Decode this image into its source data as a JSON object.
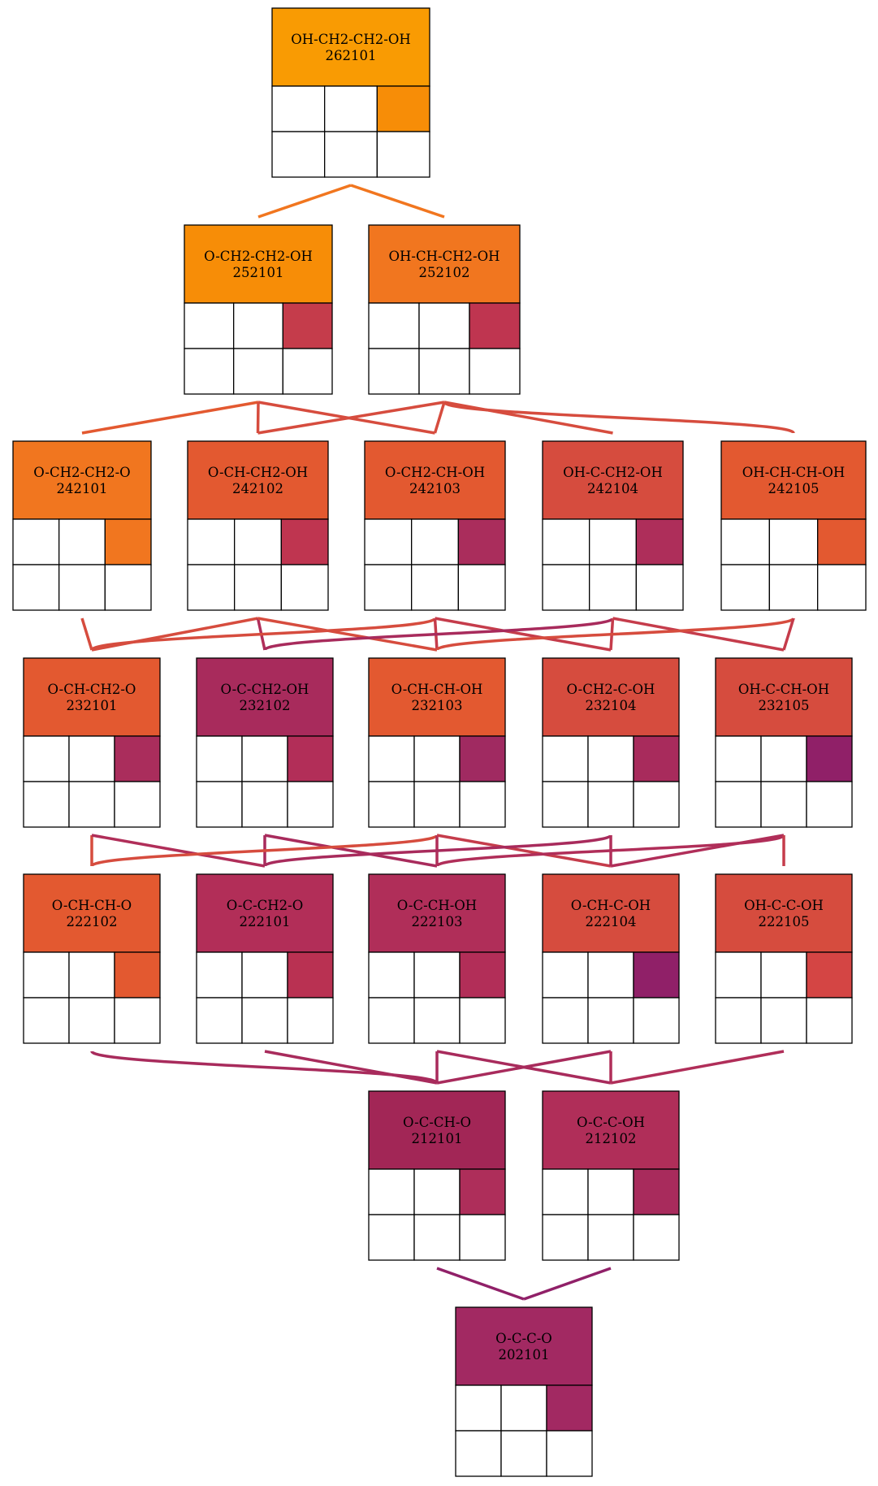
{
  "nodes": [
    {
      "key": "262101",
      "title": "OH-CH2-CH2-OH",
      "id": "262101",
      "color": "#f99b03",
      "cell_color": "#f78d07"
    },
    {
      "key": "252101",
      "title": "O-CH2-CH2-OH",
      "id": "252101",
      "color": "#f78d07",
      "cell_color": "#c53c4b"
    },
    {
      "key": "252102",
      "title": "OH-CH-CH2-OH",
      "id": "252102",
      "color": "#f1761f",
      "cell_color": "#bf3550"
    },
    {
      "key": "242101",
      "title": "O-CH2-CH2-O",
      "id": "242101",
      "color": "#f1761f",
      "cell_color": "#f1761f"
    },
    {
      "key": "242102",
      "title": "O-CH-CH2-OH",
      "id": "242102",
      "color": "#e35930",
      "cell_color": "#bf3550"
    },
    {
      "key": "242103",
      "title": "O-CH2-CH-OH",
      "id": "242103",
      "color": "#e35930",
      "cell_color": "#aa2d5c"
    },
    {
      "key": "242104",
      "title": "OH-C-CH2-OH",
      "id": "242104",
      "color": "#d64c3e",
      "cell_color": "#ae2e5a"
    },
    {
      "key": "242105",
      "title": "OH-CH-CH-OH",
      "id": "242105",
      "color": "#e35930",
      "cell_color": "#e35930"
    },
    {
      "key": "232101",
      "title": "O-CH-CH2-O",
      "id": "232101",
      "color": "#e35930",
      "cell_color": "#aa2d5c"
    },
    {
      "key": "232102",
      "title": "O-C-CH2-OH",
      "id": "232102",
      "color": "#a82b5c",
      "cell_color": "#b22e58"
    },
    {
      "key": "232103",
      "title": "O-CH-CH-OH",
      "id": "232103",
      "color": "#e35930",
      "cell_color": "#a02a61"
    },
    {
      "key": "232104",
      "title": "O-CH2-C-OH",
      "id": "232104",
      "color": "#d64c3e",
      "cell_color": "#a82b5c"
    },
    {
      "key": "232105",
      "title": "OH-C-CH-OH",
      "id": "232105",
      "color": "#d64c3e",
      "cell_color": "#902068"
    },
    {
      "key": "222102",
      "title": "O-CH-CH-O",
      "id": "222102",
      "color": "#e35930",
      "cell_color": "#e35930"
    },
    {
      "key": "222101",
      "title": "O-C-CH2-O",
      "id": "222101",
      "color": "#b22e58",
      "cell_color": "#b93152"
    },
    {
      "key": "222103",
      "title": "O-C-CH-OH",
      "id": "222103",
      "color": "#b02e59",
      "cell_color": "#b22e58"
    },
    {
      "key": "222104",
      "title": "O-CH-C-OH",
      "id": "222104",
      "color": "#d64c3e",
      "cell_color": "#902068"
    },
    {
      "key": "222105",
      "title": "OH-C-C-OH",
      "id": "222105",
      "color": "#d64c3e",
      "cell_color": "#d44544"
    },
    {
      "key": "212101",
      "title": "O-C-CH-O",
      "id": "212101",
      "color": "#a22656",
      "cell_color": "#ae2e5a"
    },
    {
      "key": "212102",
      "title": "O-C-C-OH",
      "id": "212102",
      "color": "#b02e59",
      "cell_color": "#a82b5c"
    },
    {
      "key": "202101",
      "title": "O-C-C-O",
      "id": "202101",
      "color": "#a22962",
      "cell_color": "#a22962"
    }
  ],
  "edges": [
    {
      "from": "262101",
      "to": "252101",
      "color": "#f1761f"
    },
    {
      "from": "262101",
      "to": "252102",
      "color": "#f1761f"
    },
    {
      "from": "252101",
      "to": "242101",
      "color": "#e35930"
    },
    {
      "from": "252101",
      "to": "242102",
      "color": "#d64c3e"
    },
    {
      "from": "252101",
      "to": "242103",
      "color": "#d64c3e"
    },
    {
      "from": "252102",
      "to": "242102",
      "color": "#d64c3e"
    },
    {
      "from": "252102",
      "to": "242103",
      "color": "#d64c3e"
    },
    {
      "from": "252102",
      "to": "242104",
      "color": "#d64c3e"
    },
    {
      "from": "252102",
      "to": "242105",
      "color": "#d64c3e"
    },
    {
      "from": "242101",
      "to": "232101",
      "color": "#d64c3e"
    },
    {
      "from": "242102",
      "to": "232101",
      "color": "#d64c3e"
    },
    {
      "from": "242102",
      "to": "232102",
      "color": "#b02e59"
    },
    {
      "from": "242102",
      "to": "232103",
      "color": "#d64c3e"
    },
    {
      "from": "242103",
      "to": "232101",
      "color": "#d64c3e"
    },
    {
      "from": "242103",
      "to": "232103",
      "color": "#c53c4b"
    },
    {
      "from": "242103",
      "to": "232104",
      "color": "#c53c4b"
    },
    {
      "from": "242104",
      "to": "232102",
      "color": "#a82b5c"
    },
    {
      "from": "242104",
      "to": "232104",
      "color": "#c53c4b"
    },
    {
      "from": "242104",
      "to": "232105",
      "color": "#c53c4b"
    },
    {
      "from": "242105",
      "to": "232103",
      "color": "#d64c3e"
    },
    {
      "from": "242105",
      "to": "232105",
      "color": "#c53c4b"
    },
    {
      "from": "232101",
      "to": "222102",
      "color": "#d64c3e"
    },
    {
      "from": "232101",
      "to": "222101",
      "color": "#b02e59"
    },
    {
      "from": "232102",
      "to": "222101",
      "color": "#a82b5c"
    },
    {
      "from": "232102",
      "to": "222103",
      "color": "#a82b5c"
    },
    {
      "from": "232103",
      "to": "222102",
      "color": "#d64c3e"
    },
    {
      "from": "232103",
      "to": "222103",
      "color": "#b02e59"
    },
    {
      "from": "232103",
      "to": "222104",
      "color": "#c53c4b"
    },
    {
      "from": "232104",
      "to": "222101",
      "color": "#a82b5c"
    },
    {
      "from": "232104",
      "to": "222104",
      "color": "#b02e59"
    },
    {
      "from": "232105",
      "to": "222103",
      "color": "#b02e59"
    },
    {
      "from": "232105",
      "to": "222104",
      "color": "#b02e59"
    },
    {
      "from": "232105",
      "to": "222105",
      "color": "#c53c4b"
    },
    {
      "from": "222102",
      "to": "212101",
      "color": "#a82b5c"
    },
    {
      "from": "222101",
      "to": "212101",
      "color": "#a82b5c"
    },
    {
      "from": "222103",
      "to": "212101",
      "color": "#a82b5c"
    },
    {
      "from": "222103",
      "to": "212102",
      "color": "#a82b5c"
    },
    {
      "from": "222104",
      "to": "212101",
      "color": "#a82b5c"
    },
    {
      "from": "222104",
      "to": "212102",
      "color": "#b02e59"
    },
    {
      "from": "222105",
      "to": "212102",
      "color": "#b02e59"
    },
    {
      "from": "212101",
      "to": "202101",
      "color": "#902068"
    },
    {
      "from": "212102",
      "to": "202101",
      "color": "#902068"
    }
  ]
}
